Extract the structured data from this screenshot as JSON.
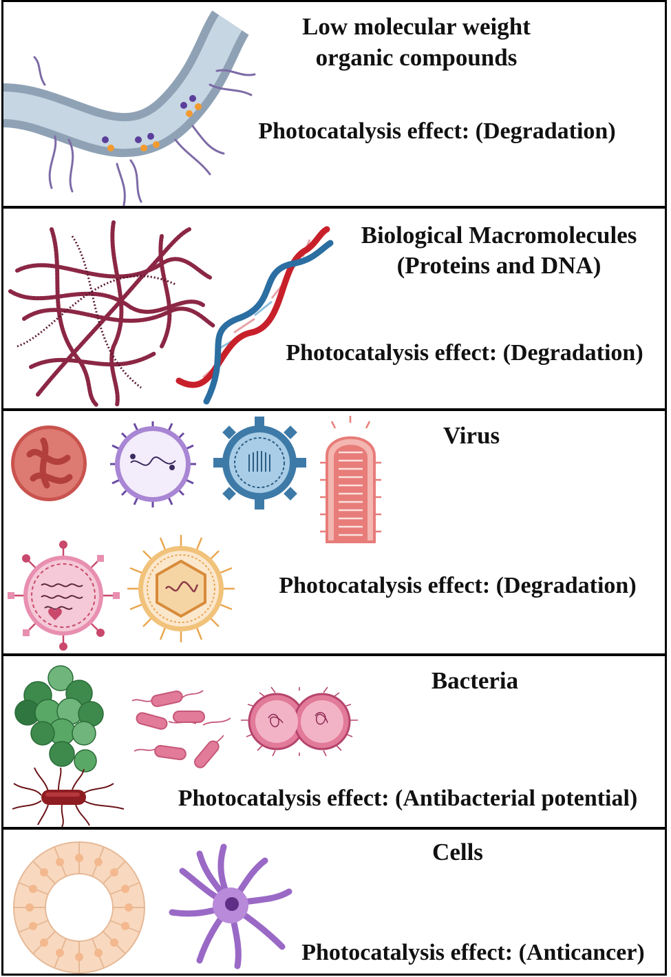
{
  "panels": [
    {
      "title_line1": "Low molecular weight",
      "title_line2": "organic compounds",
      "effect": "Photocatalysis effect: (Degradation)",
      "illustrations": [
        "membrane-icon",
        "organic-molecule-icon"
      ]
    },
    {
      "title_line1": "Biological Macromolecules",
      "title_line2": "(Proteins and DNA)",
      "effect": "Photocatalysis effect: (Degradation)",
      "illustrations": [
        "protein-network-icon",
        "dna-helix-icon"
      ]
    },
    {
      "title_line1": "Virus",
      "effect": "Photocatalysis effect: (Degradation)",
      "illustrations": [
        "rotavirus-icon",
        "influenza-virus-icon",
        "coronavirus-icon",
        "rhabdovirus-icon",
        "retrovirus-icon",
        "herpesvirus-icon"
      ]
    },
    {
      "title_line1": "Bacteria",
      "effect": "Photocatalysis effect: (Antibacterial potential)",
      "illustrations": [
        "coccus-cluster-icon",
        "bacillus-icon",
        "diplococcus-icon",
        "flagellated-bacterium-icon"
      ]
    },
    {
      "title_line1": "Cells",
      "effect": "Photocatalysis effect: (Anticancer)",
      "illustrations": [
        "epithelial-cell-ring-icon",
        "dendritic-cell-icon"
      ]
    }
  ],
  "colors": {
    "border": "#000000",
    "membrane": "#b9cad9",
    "protein": "#8b2745",
    "dna_red": "#c8202b",
    "dna_blue": "#2b6ea1",
    "virus_purple": "#7d55b0",
    "virus_blue": "#3e7aa8",
    "virus_salmon": "#e77c78",
    "bacteria_green": "#3d8a4c",
    "bacteria_pink": "#d7658f",
    "cell_peach": "#f8d9bf",
    "cell_purple": "#9a69c6"
  }
}
